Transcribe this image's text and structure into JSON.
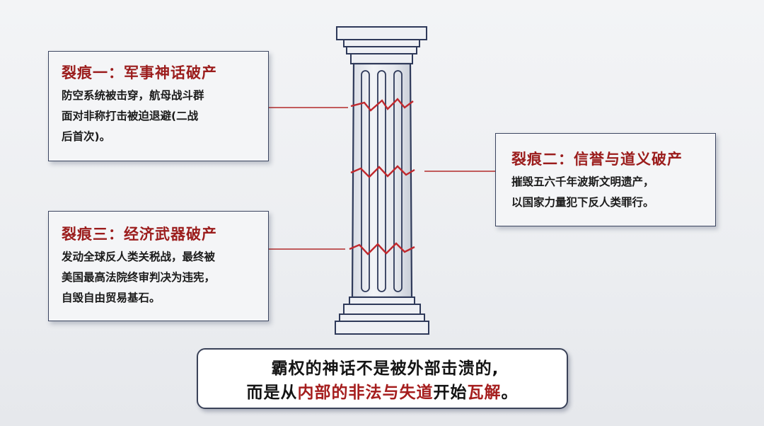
{
  "callouts": [
    {
      "title": "裂痕一：军事神话破产",
      "lines": [
        "防空系统被击穿，航母战斗群",
        "面对非称打击被迫退避(二战",
        "后首次)。"
      ]
    },
    {
      "title": "裂痕二：信誉与道义破产",
      "lines": [
        "摧毁五六千年波斯文明遗产，",
        "以国家力量犯下反人类罪行。"
      ]
    },
    {
      "title": "裂痕三：经济武器破产",
      "lines": [
        "发动全球反人类关税战，最终被",
        "美国最高法院终审判决为违宪，",
        "自毁自由贸易基石。"
      ]
    }
  ],
  "conclusion": {
    "line1": "霸权的神话不是被外部击溃的,",
    "line2_a": "而是从",
    "line2_b": "内部的非法与失道",
    "line2_c": "开始",
    "line2_d": "瓦解",
    "line2_e": "。"
  },
  "colors": {
    "title_red": "#9b1c1c",
    "crack_red": "#c0282d",
    "pillar_stroke": "#2f3a5a",
    "connector_red": "#b22a2a"
  }
}
